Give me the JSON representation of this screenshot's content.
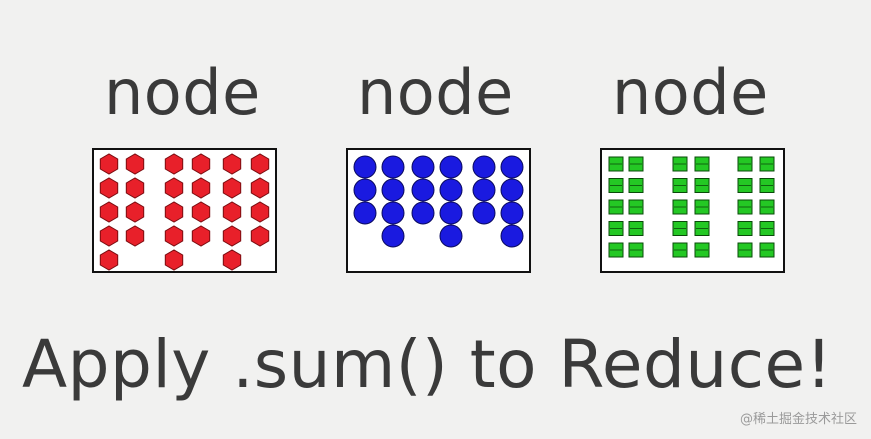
{
  "node_label": "node",
  "nodes": [
    {
      "shape": "hexagon",
      "fill": "#e8202a",
      "stroke": "#7a0c10",
      "columns": [
        [
          0,
          1,
          2,
          3,
          4
        ],
        [
          0,
          1,
          2,
          3
        ],
        [
          0,
          1,
          2,
          3,
          4
        ],
        [
          0,
          1,
          2,
          3
        ],
        [
          0,
          1,
          2,
          3,
          4
        ],
        [
          0,
          1,
          2,
          3
        ]
      ]
    },
    {
      "shape": "circle",
      "fill": "#1a1ae0",
      "stroke": "#0a0a60",
      "columns": [
        [
          0,
          1,
          2
        ],
        [
          0,
          1,
          2,
          3
        ],
        [
          0,
          1,
          2
        ],
        [
          0,
          1,
          2,
          3
        ],
        [
          0,
          1,
          2
        ],
        [
          0,
          1,
          2,
          3
        ]
      ]
    },
    {
      "shape": "square",
      "fill": "#24c824",
      "stroke": "#0a4a0a",
      "columns": [
        [
          0,
          1,
          2,
          3,
          4
        ],
        [
          0,
          1,
          2,
          3,
          4
        ],
        [
          0,
          1,
          2,
          3,
          4
        ],
        [
          0,
          1,
          2,
          3,
          4
        ],
        [
          0,
          1,
          2,
          3,
          4
        ],
        [
          0,
          1,
          2,
          3,
          4
        ]
      ]
    }
  ],
  "headline": "Apply .sum() to Reduce!",
  "watermark": "@稀土掘金技术社区"
}
